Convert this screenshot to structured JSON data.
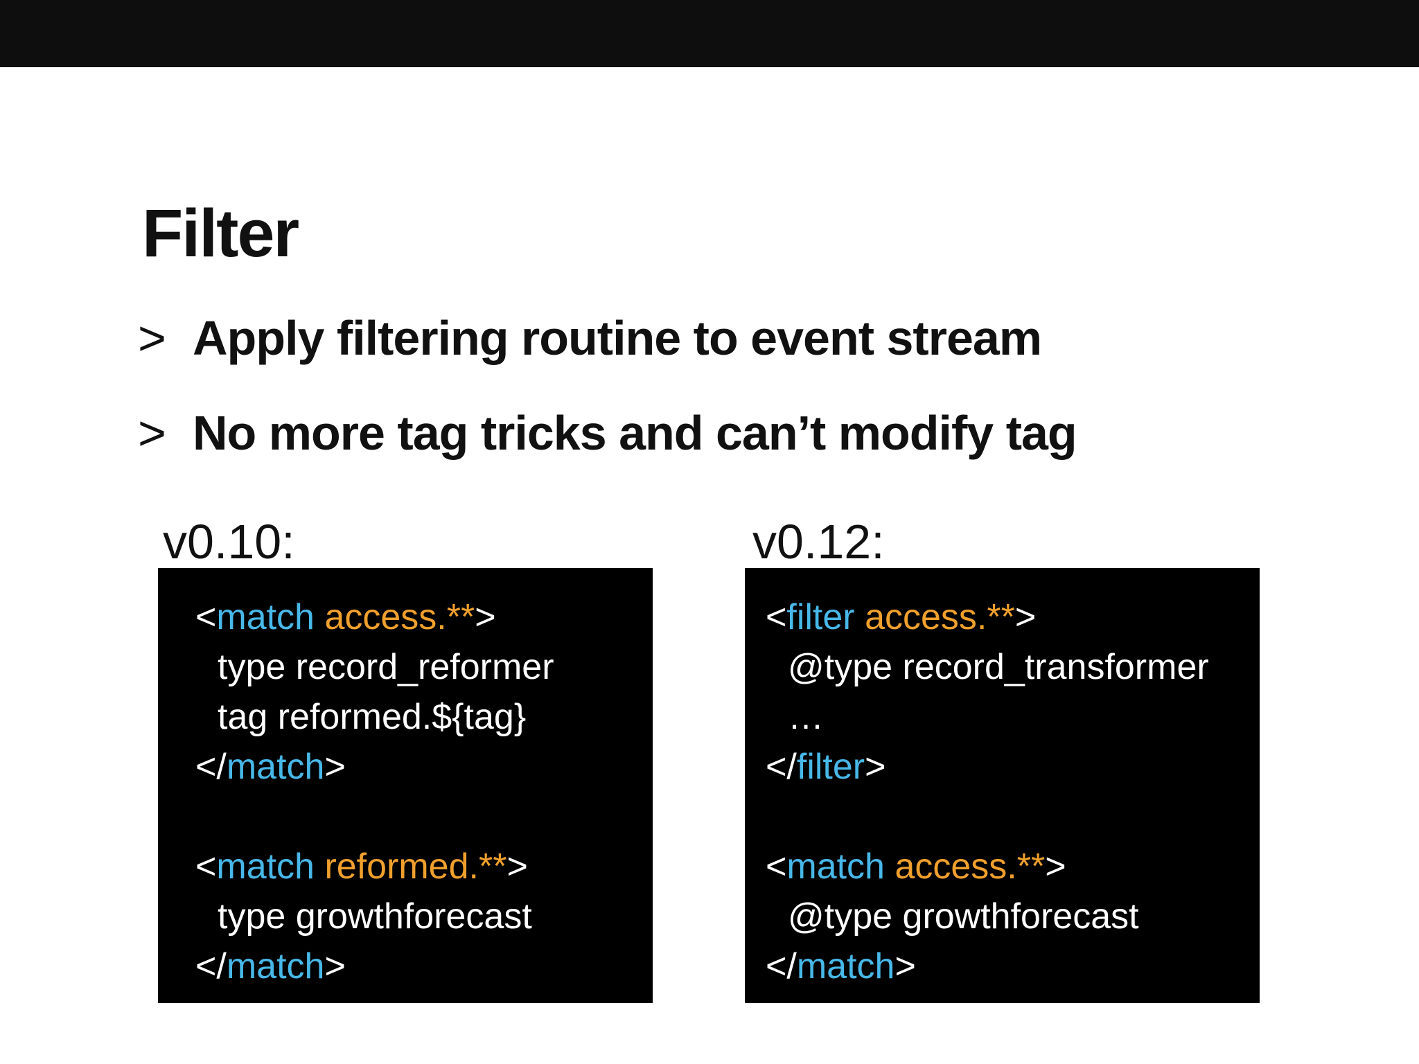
{
  "colors": {
    "top_bar": "#0e0e0e",
    "background": "#ffffff",
    "heading_text": "#111111",
    "code_background": "#000000",
    "code_text": "#ffffff",
    "keyword_cyan": "#47b8e8",
    "pattern_orange": "#f0a02c"
  },
  "slide": {
    "title": "Filter",
    "bullets": [
      {
        "marker": ">",
        "text": "Apply filtering routine to event stream"
      },
      {
        "marker": ">",
        "text": "No more tag tricks and can’t modify tag"
      }
    ],
    "columns": [
      {
        "version_label": "v0.10:",
        "code_lines": [
          {
            "tokens": [
              {
                "t": "<",
                "c": "plain"
              },
              {
                "t": "match",
                "c": "keyword"
              },
              {
                "t": " ",
                "c": "plain"
              },
              {
                "t": "access.**",
                "c": "pattern"
              },
              {
                "t": ">",
                "c": "plain"
              }
            ]
          },
          {
            "indent": 1,
            "tokens": [
              {
                "t": "type record_reformer",
                "c": "plain"
              }
            ]
          },
          {
            "indent": 1,
            "tokens": [
              {
                "t": "tag reformed.${tag}",
                "c": "plain"
              }
            ]
          },
          {
            "tokens": [
              {
                "t": "</",
                "c": "plain"
              },
              {
                "t": "match",
                "c": "keyword"
              },
              {
                "t": ">",
                "c": "plain"
              }
            ]
          },
          {
            "blank": true
          },
          {
            "tokens": [
              {
                "t": "<",
                "c": "plain"
              },
              {
                "t": "match",
                "c": "keyword"
              },
              {
                "t": " ",
                "c": "plain"
              },
              {
                "t": "reformed.**",
                "c": "pattern"
              },
              {
                "t": ">",
                "c": "plain"
              }
            ]
          },
          {
            "indent": 1,
            "tokens": [
              {
                "t": "type growthforecast",
                "c": "plain"
              }
            ]
          },
          {
            "tokens": [
              {
                "t": "</",
                "c": "plain"
              },
              {
                "t": "match",
                "c": "keyword"
              },
              {
                "t": ">",
                "c": "plain"
              }
            ]
          }
        ]
      },
      {
        "version_label": "v0.12:",
        "code_lines": [
          {
            "tokens": [
              {
                "t": "<",
                "c": "plain"
              },
              {
                "t": "filter",
                "c": "keyword"
              },
              {
                "t": " ",
                "c": "plain"
              },
              {
                "t": "access.**",
                "c": "pattern"
              },
              {
                "t": ">",
                "c": "plain"
              }
            ]
          },
          {
            "indent": 1,
            "tokens": [
              {
                "t": "@type record_transformer",
                "c": "plain"
              }
            ]
          },
          {
            "indent": 1,
            "tokens": [
              {
                "t": "…",
                "c": "plain"
              }
            ]
          },
          {
            "tokens": [
              {
                "t": "</",
                "c": "plain"
              },
              {
                "t": "filter",
                "c": "keyword"
              },
              {
                "t": ">",
                "c": "plain"
              }
            ]
          },
          {
            "blank": true
          },
          {
            "tokens": [
              {
                "t": "<",
                "c": "plain"
              },
              {
                "t": "match",
                "c": "keyword"
              },
              {
                "t": " ",
                "c": "plain"
              },
              {
                "t": "access.**",
                "c": "pattern"
              },
              {
                "t": ">",
                "c": "plain"
              }
            ]
          },
          {
            "indent": 1,
            "tokens": [
              {
                "t": "@type growthforecast",
                "c": "plain"
              }
            ]
          },
          {
            "tokens": [
              {
                "t": "</",
                "c": "plain"
              },
              {
                "t": "match",
                "c": "keyword"
              },
              {
                "t": ">",
                "c": "plain"
              }
            ]
          }
        ]
      }
    ]
  }
}
